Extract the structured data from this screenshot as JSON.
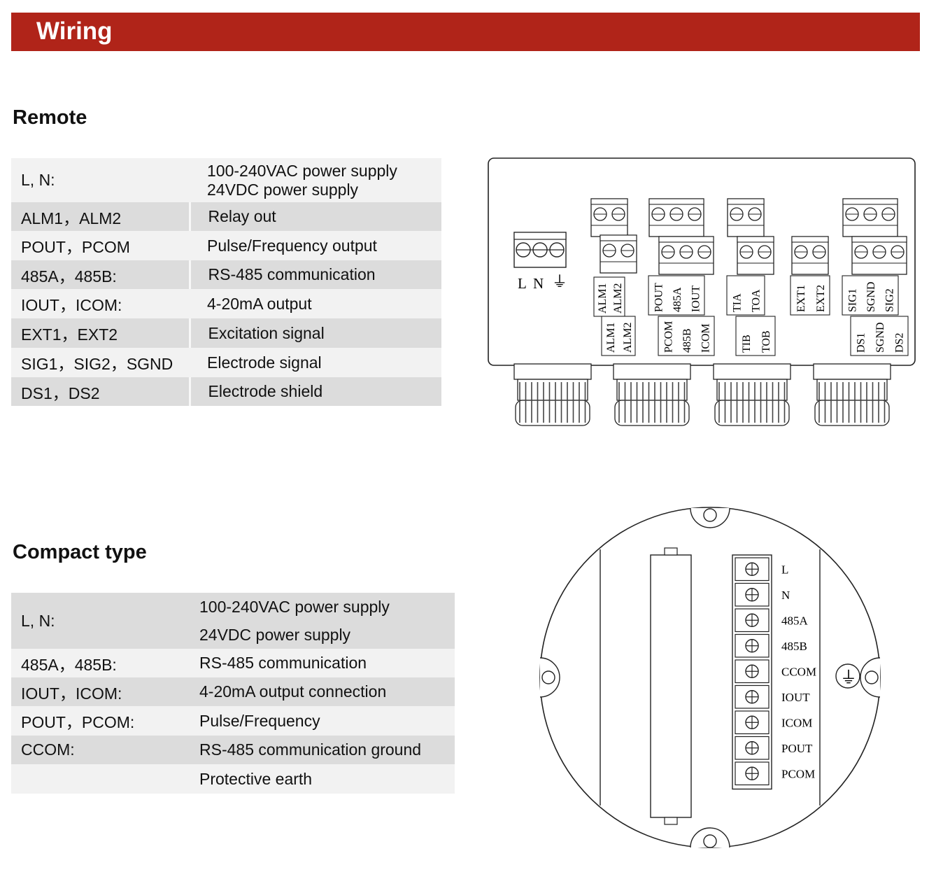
{
  "header": {
    "title": "Wiring"
  },
  "remote": {
    "title": "Remote",
    "rows": [
      {
        "terminal": "L, N:",
        "description": [
          "100-240VAC power supply",
          "24VDC power supply"
        ]
      },
      {
        "terminal": "ALM1，ALM2",
        "description": [
          "Relay out"
        ]
      },
      {
        "terminal": "POUT，PCOM",
        "description": [
          "Pulse/Frequency output"
        ]
      },
      {
        "terminal": "485A，485B:",
        "description": [
          "RS-485 communication"
        ]
      },
      {
        "terminal": "IOUT，ICOM:",
        "description": [
          "4-20mA output"
        ]
      },
      {
        "terminal": "EXT1，EXT2",
        "description": [
          "Excitation signal"
        ]
      },
      {
        "terminal": "SIG1，SIG2，SGND",
        "description": [
          "Electrode signal"
        ]
      },
      {
        "terminal": "DS1，DS2",
        "description": [
          "Electrode shield"
        ]
      }
    ],
    "diagram": {
      "power_labels": [
        "L",
        "N"
      ],
      "ground_symbol": "⏚",
      "group_labels": [
        [
          "ALM1",
          "ALM2"
        ],
        [
          "ALM1",
          "ALM2"
        ],
        [
          "POUT",
          "485A",
          "IOUT"
        ],
        [
          "PCOM",
          "485B",
          "ICOM"
        ],
        [
          "TIA",
          "TOA"
        ],
        [
          "TIB",
          "TOB"
        ],
        [
          "EXT1",
          "EXT2"
        ],
        [
          "SIG1",
          "SGND",
          "SIG2"
        ],
        [
          "DS1",
          "SGND",
          "DS2"
        ]
      ]
    }
  },
  "compact": {
    "title": "Compact type",
    "rows": [
      {
        "terminal": "L, N:",
        "description": [
          "100-240VAC power supply",
          "24VDC power supply"
        ]
      },
      {
        "terminal": "485A，485B:",
        "description": [
          "RS-485 communication"
        ]
      },
      {
        "terminal": "IOUT，ICOM:",
        "description": [
          "4-20mA output connection"
        ]
      },
      {
        "terminal": "POUT，PCOM:",
        "description": [
          "Pulse/Frequency"
        ]
      },
      {
        "terminal": "CCOM:",
        "description": [
          "RS-485 communication ground"
        ]
      },
      {
        "terminal": "",
        "description": [
          "Protective earth"
        ]
      }
    ],
    "diagram": {
      "terminal_labels": [
        "L",
        "N",
        "485A",
        "485B",
        "CCOM",
        "IOUT",
        "ICOM",
        "POUT",
        "PCOM"
      ],
      "ground_symbol": "⏚"
    }
  }
}
